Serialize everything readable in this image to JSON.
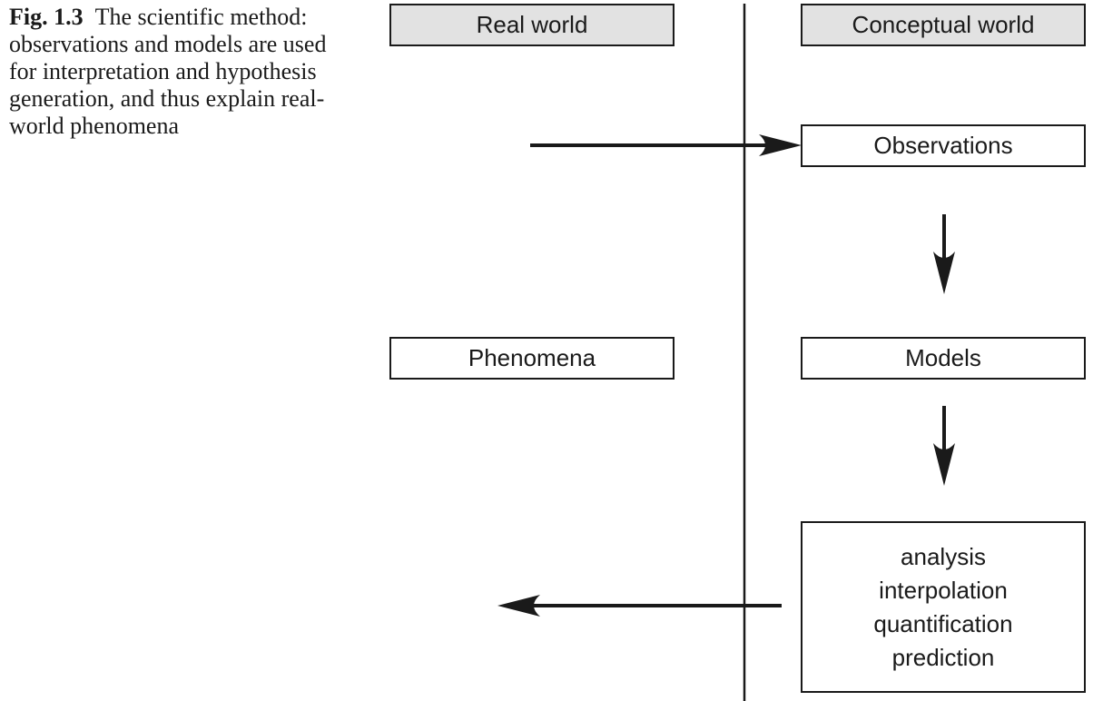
{
  "caption": {
    "label": "Fig. 1.3",
    "text": "The scientific method: observations and models are used for interpretation and hypothesis generation, and thus explain real-world phenomena"
  },
  "columns": {
    "real_world": "Real world",
    "conceptual_world": "Conceptual world"
  },
  "nodes": {
    "observations": "Observations",
    "phenomena": "Phenomena",
    "models": "Models",
    "methods": [
      "analysis",
      "interpolation",
      "quantification",
      "prediction"
    ]
  }
}
